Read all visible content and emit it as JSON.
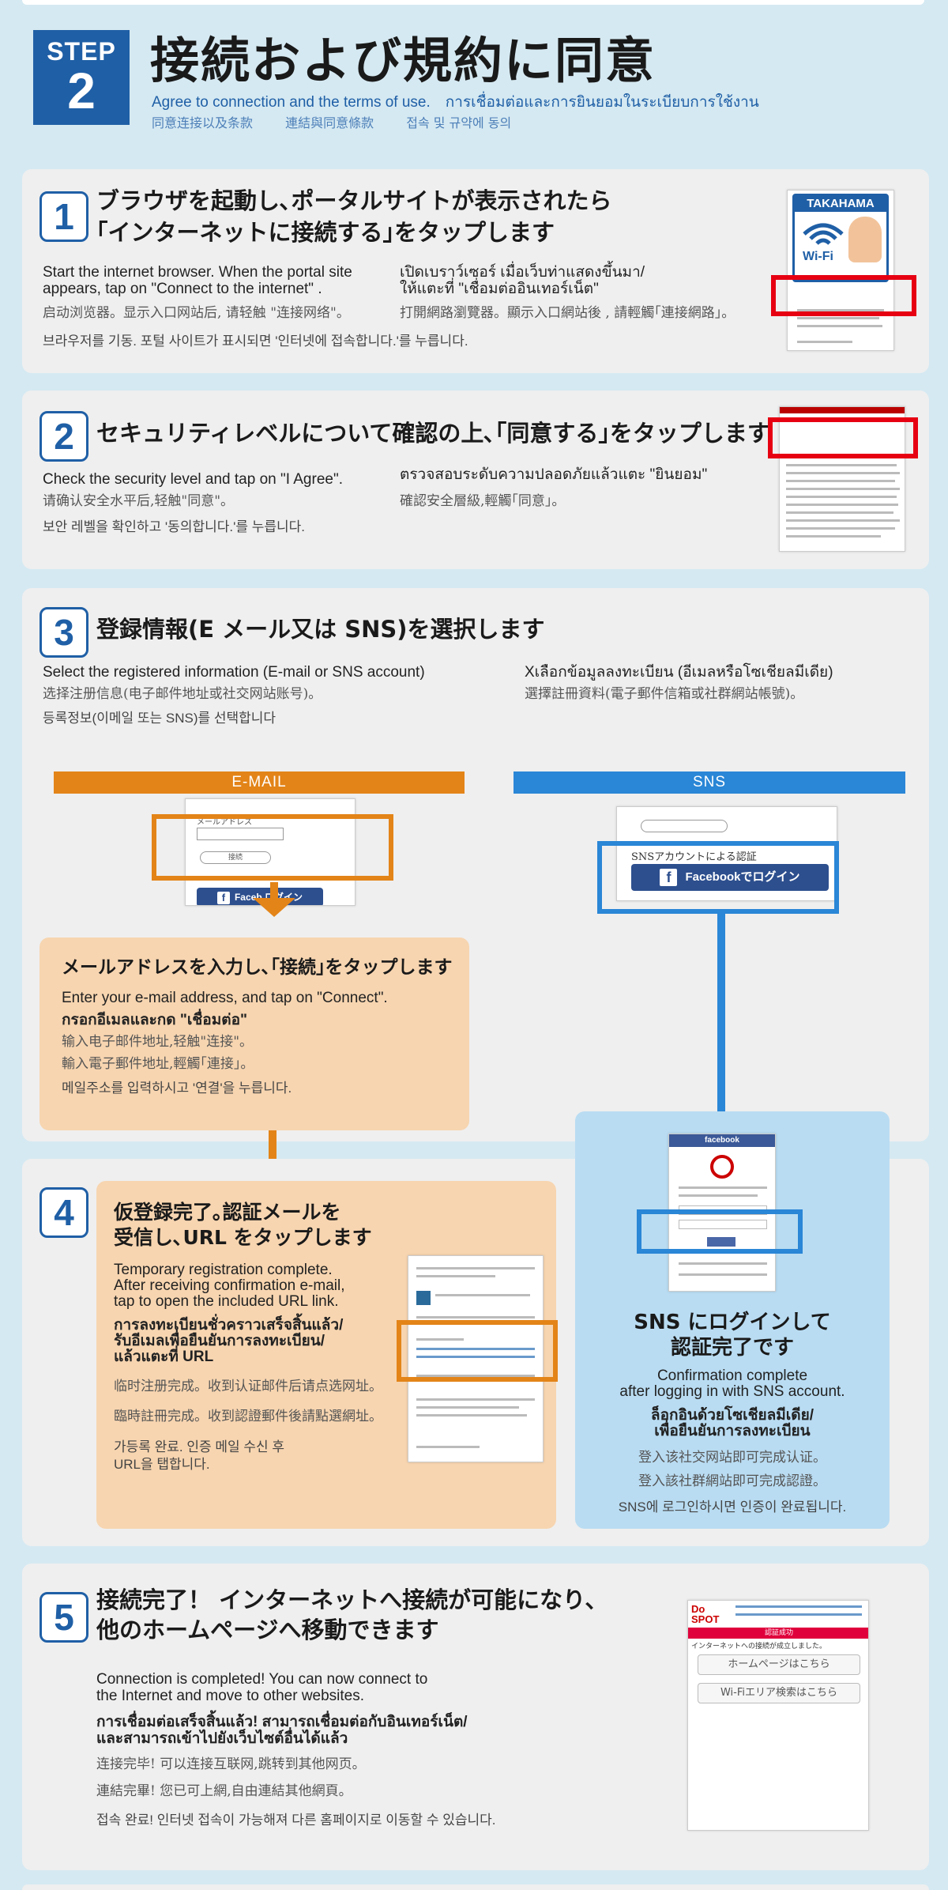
{
  "header": {
    "step_word": "STEP",
    "step_num": "2",
    "title": "接続および規約に同意",
    "sub1": "Agree to connection and the terms of use.　การเชื่อมต่อและการยินยอมในระเบียบการใช้งาน",
    "sub2": [
      "同意连接以及条款",
      "連結與同意條款",
      "접속 및 규약에 동의"
    ]
  },
  "s1": {
    "num": "1",
    "title1": "ブラウザを起動し､ポータルサイトが表示されたら",
    "title2": "｢インターネットに接続する｣をタップします",
    "en1": "Start the internet browser.  When the portal site",
    "en2": "appears, tap on \"Connect to the internet\" .",
    "cn": "启动浏览器。显示入口网站后, 请轻触 \"连接网络\"。",
    "th1": "เปิดเบราว์เซอร์ เมื่อเว็บท่าแสดงขึ้นมา/",
    "th2": "ให้แตะที่ \"เชื่อมต่ออินเทอร์เน็ต\"",
    "tw": "打開網路瀏覽器。顯示入口網站後 , 請輕觸｢連接網路｣。",
    "kr": "브라우저를 기동. 포털 사이트가 표시되면 '인터넷에 접속합니다.'를 누릅니다.",
    "img_brand": "TAKAHAMA",
    "img_wifi": "Wi-Fi"
  },
  "s2": {
    "num": "2",
    "title": "セキュリティレベルについて確認の上､｢同意する｣をタップします",
    "en": "Check the security level and tap on \"I Agree\".",
    "cn": "请确认安全水平后,轻触\"同意\"。",
    "kr": "보안 레벨을 확인하고 '동의합니다.'를 누릅니다.",
    "th": "ตรวจสอบระดับความปลอดภัยแล้วแตะ \"ยินยอม\"",
    "tw": "確認安全層級,輕觸｢同意｣。"
  },
  "s3": {
    "num": "3",
    "title": "登録情報(E メール又は SNS)を選択します",
    "en": "Select the registered information (E-mail or SNS account)",
    "cn": "选择注册信息(电子邮件地址或社交网站账号)。",
    "kr": "등록정보(이메일 또는 SNS)를 선택합니다",
    "th": "Xเลือกข้อมูลลงทะเบียน (อีเมลหรือโซเชียลมีเดีย)",
    "tw": "選擇註冊資料(電子郵件信箱或社群網站帳號)。",
    "tab_email": "E-MAIL",
    "tab_sns": "SNS",
    "img_mail_label": "メールアドレス",
    "img_connect": "接続",
    "img_sns_label": "SNSアカウントによる認証",
    "img_fb": "Facebookでログイン",
    "img_fb_short": "Faceb",
    "img_fb_rest": "ログイン"
  },
  "email_card": {
    "title": "メールアドレスを入力し､｢接続｣をタップします",
    "en": "Enter your e-mail address, and tap on \"Connect\".",
    "th": "กรอกอีเมลและกด \"เชื่อมต่อ\"",
    "cn": "输入电子邮件地址,轻触\"连接\"。",
    "tw": "輸入電子郵件地址,輕觸｢連接｣。",
    "kr": "메일주소를 입력하시고 '연결'을 누릅니다."
  },
  "s4": {
    "num": "4",
    "title1": "仮登録完了｡認証メールを",
    "title2": "受信し､URL をタップします",
    "en1": "Temporary registration complete.",
    "en2": "After receiving confirmation e-mail,",
    "en3": "tap to open the included URL link.",
    "th1": "การลงทะเบียนชั่วคราวเสร็จสิ้นแล้ว/",
    "th2": "รับอีเมลเพื่อยืนยันการลงทะเบียน/",
    "th3": "แล้วแตะที่ URL",
    "cn": "临时注册完成。收到认证邮件后请点选网址。",
    "tw": "臨時註冊完成。收到認證郵件後請點選網址。",
    "kr1": "가등록 완료. 인증 메일 수신 후",
    "kr2": "URL을 탭합니다.",
    "img_facebook": "facebook"
  },
  "sns_card": {
    "title1": "SNS にログインして",
    "title2": "認証完了です",
    "en1": "Confirmation complete",
    "en2": "after logging in with SNS account.",
    "th1": "ล็อกอินด้วยโซเชียลมีเดีย/",
    "th2": "เพื่อยืนยันการลงทะเบียน",
    "cn": "登入该社交网站即可完成认证。",
    "tw": "登入該社群網站即可完成認證。",
    "kr": "SNS에 로그인하시면 인증이 완료됩니다."
  },
  "s5": {
    "num": "5",
    "title1": "接続完了！ インターネットへ接続が可能になり､",
    "title2": "他のホームページへ移動できます",
    "en1": "Connection is completed! You can now connect to",
    "en2": "the Internet and move to other websites.",
    "th1": "การเชื่อมต่อเสร็จสิ้นแล้ว! สามารถเชื่อมต่อกับอินเทอร์เน็ต/",
    "th2": "และสามารถเข้าไปยังเว็บไซต์อื่นได้แล้ว",
    "cn": "连接完毕! 可以连接互联网,跳转到其他网页。",
    "tw": "連結完畢!  您已可上網,自由連結其他網頁。",
    "kr": "접속 완료!  인터넷 접속이 가능해져 다른 홈페이지로 이동할 수 있습니다.",
    "img_logo": "Do SPOT",
    "img_notice": "認証成功",
    "img_ok": "インターネットへの接続が成立しました。",
    "img_btn1": "ホームページはこちら",
    "img_btn2": "Wi-Fiエリア検索はこちら"
  },
  "colors": {
    "blue": "#1f5fa6",
    "orange": "#e38418",
    "red": "#e60012",
    "sns": "#2a86d6"
  }
}
